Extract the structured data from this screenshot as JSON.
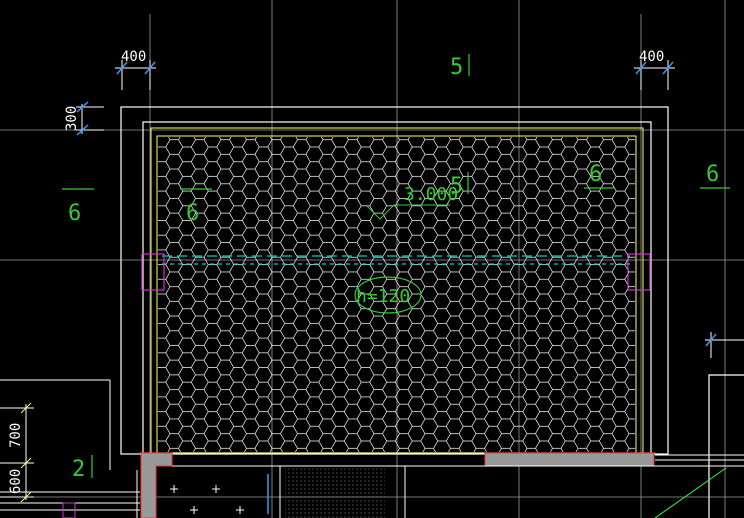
{
  "drawing": {
    "colors": {
      "background": "#000000",
      "grid": "#9a9a9a",
      "wall": "#ffffff",
      "slab_edge": "#ffff66",
      "hatch": "#ffffff",
      "text_green": "#33cc33",
      "dimension": "#ffffff",
      "dim_tick": "#3399ff",
      "beam_line": "#00cccc",
      "column": "#cc33cc",
      "wall_cut": "#999999",
      "wall_cut_edge": "#ff3333",
      "diagonal": "#33ff33"
    },
    "dimensions": {
      "top_left": "400",
      "top_right": "400",
      "left_vertical": "300",
      "bottom_left_upper": "700",
      "bottom_left_lower": "600"
    },
    "axis_labels": {
      "top_center": "5",
      "left_outer": "6",
      "left_inner": "6",
      "right_inner": "6",
      "right_outer": "6",
      "center_inner": "5",
      "bottom_left": "2"
    },
    "elevation": "3.000",
    "slab_thickness": "h=120"
  }
}
